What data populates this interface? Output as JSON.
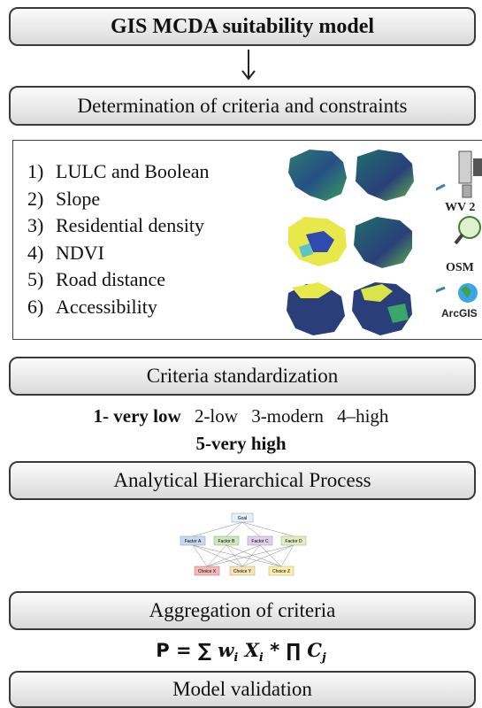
{
  "steps": {
    "title": "GIS MCDA suitability model",
    "determination": "Determination of criteria and constraints",
    "standardization": "Criteria standardization",
    "ahp": "Analytical Hierarchical Process",
    "aggregation": "Aggregation of criteria",
    "validation": "Model validation"
  },
  "criteria": [
    {
      "num": "1)",
      "label": "LULC and Boolean"
    },
    {
      "num": "2)",
      "label": "Slope"
    },
    {
      "num": "3)",
      "label": "Residential density"
    },
    {
      "num": "4)",
      "label": "NDVI"
    },
    {
      "num": "5)",
      "label": "Road distance"
    },
    {
      "num": "6)",
      "label": "Accessibility"
    }
  ],
  "sources": {
    "wv2": "WV 2",
    "osm": "OSM",
    "arcgis": "ArcGIS"
  },
  "classes": {
    "c1": "1- very low",
    "c2": "2-low",
    "c3": "3-modern",
    "c4": "4–high",
    "c5": "5-very high"
  },
  "ahp_tree": {
    "goal": "Goal",
    "factors": [
      "Factor A",
      "Factor B",
      "Factor C",
      "Factor D"
    ],
    "choices": [
      "Choice X",
      "Choice Y",
      "Choice Z"
    ]
  },
  "formula": {
    "lhs": "P = ∑",
    "w": "w",
    "i1": "i",
    "x": "X",
    "i2": "i",
    "op": "* ∏",
    "c": "C",
    "j": "j"
  }
}
